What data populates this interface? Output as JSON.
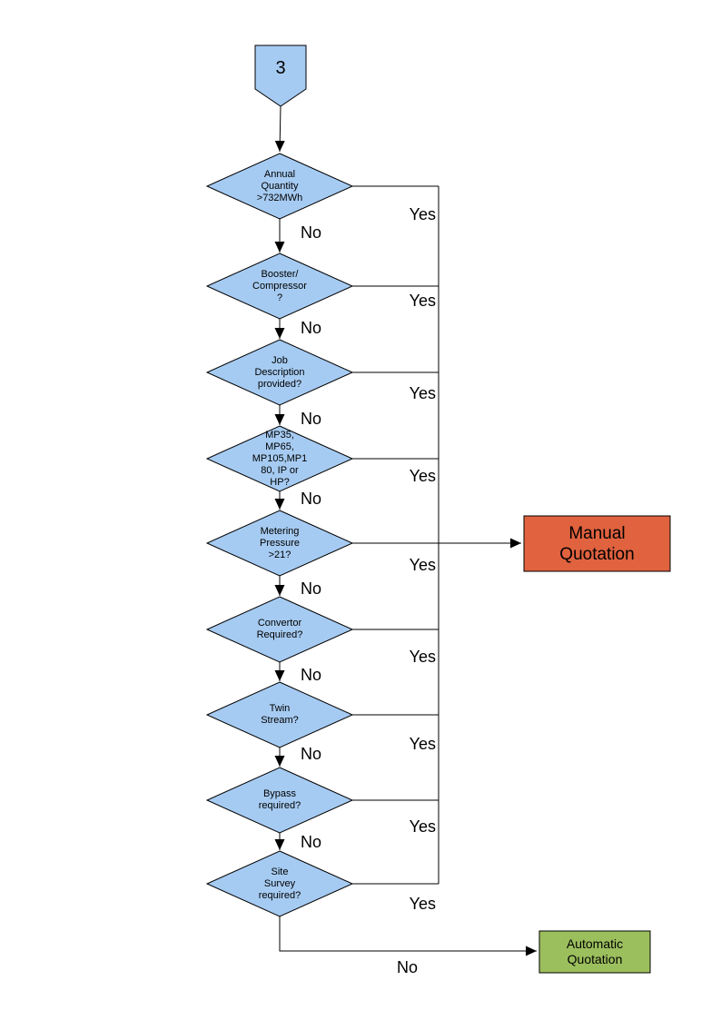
{
  "colors": {
    "decision_fill": "#A6CBF2",
    "connector_fill": "#A6CBF2",
    "manual_fill": "#E0623F",
    "automatic_fill": "#9CBF5E",
    "line": "#000000"
  },
  "flow": {
    "connector": {
      "label": "3"
    },
    "decisions": [
      {
        "label": "Annual\nQuantity\n>732MWh",
        "yes_label": "Yes",
        "no_label": "No"
      },
      {
        "label": "Booster/\nCompressor\n?",
        "yes_label": "Yes",
        "no_label": "No"
      },
      {
        "label": "Job\nDescription\nprovided?",
        "yes_label": "Yes",
        "no_label": "No"
      },
      {
        "label": "MP35,\nMP65,\nMP105,MP1\n80, IP or\nHP?",
        "yes_label": "Yes",
        "no_label": "No"
      },
      {
        "label": "Metering\nPressure\n>21?",
        "yes_label": "Yes",
        "no_label": "No"
      },
      {
        "label": "Convertor\nRequired?",
        "yes_label": "Yes",
        "no_label": "No"
      },
      {
        "label": "Twin\nStream?",
        "yes_label": "Yes",
        "no_label": "No"
      },
      {
        "label": "Bypass\nrequired?",
        "yes_label": "Yes",
        "no_label": "No"
      },
      {
        "label": "Site\nSurvey\nrequired?",
        "yes_label": "Yes",
        "no_label": "No"
      }
    ],
    "outcomes": {
      "manual": {
        "label": "Manual\nQuotation"
      },
      "automatic": {
        "label": "Automatic\nQuotation"
      }
    }
  }
}
